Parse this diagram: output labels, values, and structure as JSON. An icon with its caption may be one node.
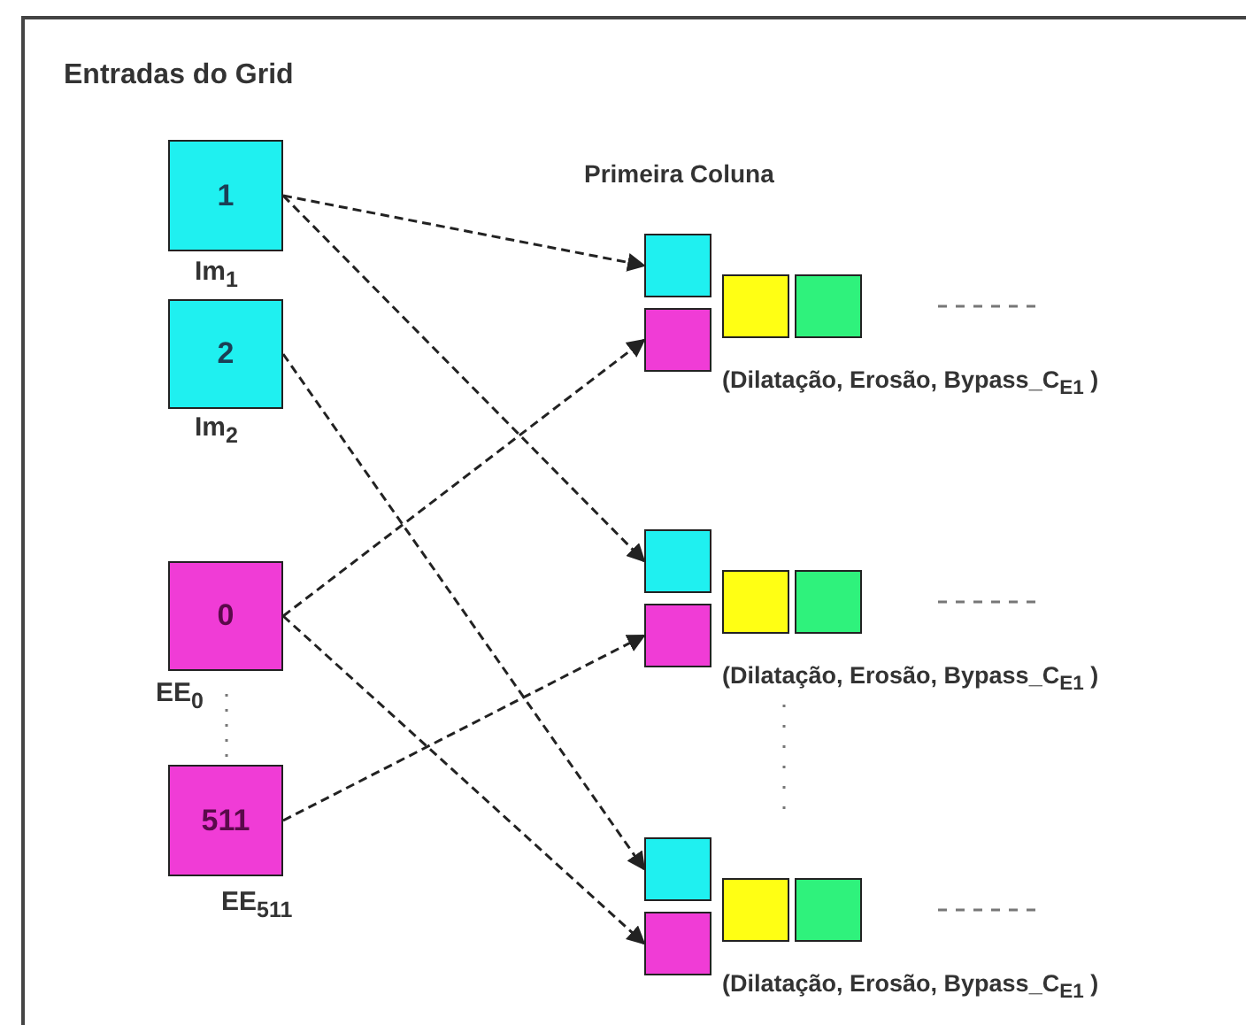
{
  "diagram": {
    "nodes": [
      {
        "text": [
          "1"
        ],
        "beside": [
          "Im$_{1}$"
        ]
      },
      {
        "text": [
          "2"
        ],
        "beside": [
          "Im$_{2}$"
        ]
      },
      {
        "text": [
          "0"
        ],
        "beside": [
          "EE$_{0}$"
        ]
      },
      {
        "text": [
          "511"
        ],
        "beside": [
          "EE$_{511}$"
        ]
      },
      {
        "text": [],
        "shape": "box"
      },
      {
        "text": [],
        "shape": "box"
      },
      {
        "text": [],
        "shape": "box"
      },
      {
        "text": [],
        "shape": "box"
      },
      {
        "text": [],
        "shape": "box"
      },
      {
        "text": [],
        "shape": "box"
      },
      {
        "text": [],
        "shape": "box"
      },
      {
        "text": [],
        "shape": "box"
      },
      {
        "text": [],
        "shape": "box"
      },
      {
        "text": [],
        "shape": "box"
      },
      {
        "text": [],
        "shape": "box"
      },
      {
        "text": [],
        "shape": "box"
      }
    ],
    "edges": [
      {
        "from": 0,
        "to": 4,
        "arrow": "to",
        "style": "dashed"
      },
      {
        "from": 0,
        "to": 8,
        "arrow": "to",
        "style": "dashed"
      },
      {
        "from": 1,
        "to": 12,
        "arrow": "to",
        "style": "dashed"
      },
      {
        "from": 2,
        "to": 5,
        "arrow": "to",
        "style": "dashed"
      },
      {
        "from": 2,
        "to": 13,
        "arrow": "to",
        "style": "dashed"
      },
      {
        "from": 3,
        "to": 9,
        "arrow": "to",
        "style": "dashed"
      }
    ],
    "labels": [
      "Entradas do Grid",
      "Primeira Coluna",
      "(Dilatação, Erosão, Bypass_C$_{E1}$ )",
      "(Dilatação, Erosão, Bypass_C$_{E1}$ )",
      "(Dilatação, Erosão, Bypass_C$_{E1}$ )"
    ]
  }
}
